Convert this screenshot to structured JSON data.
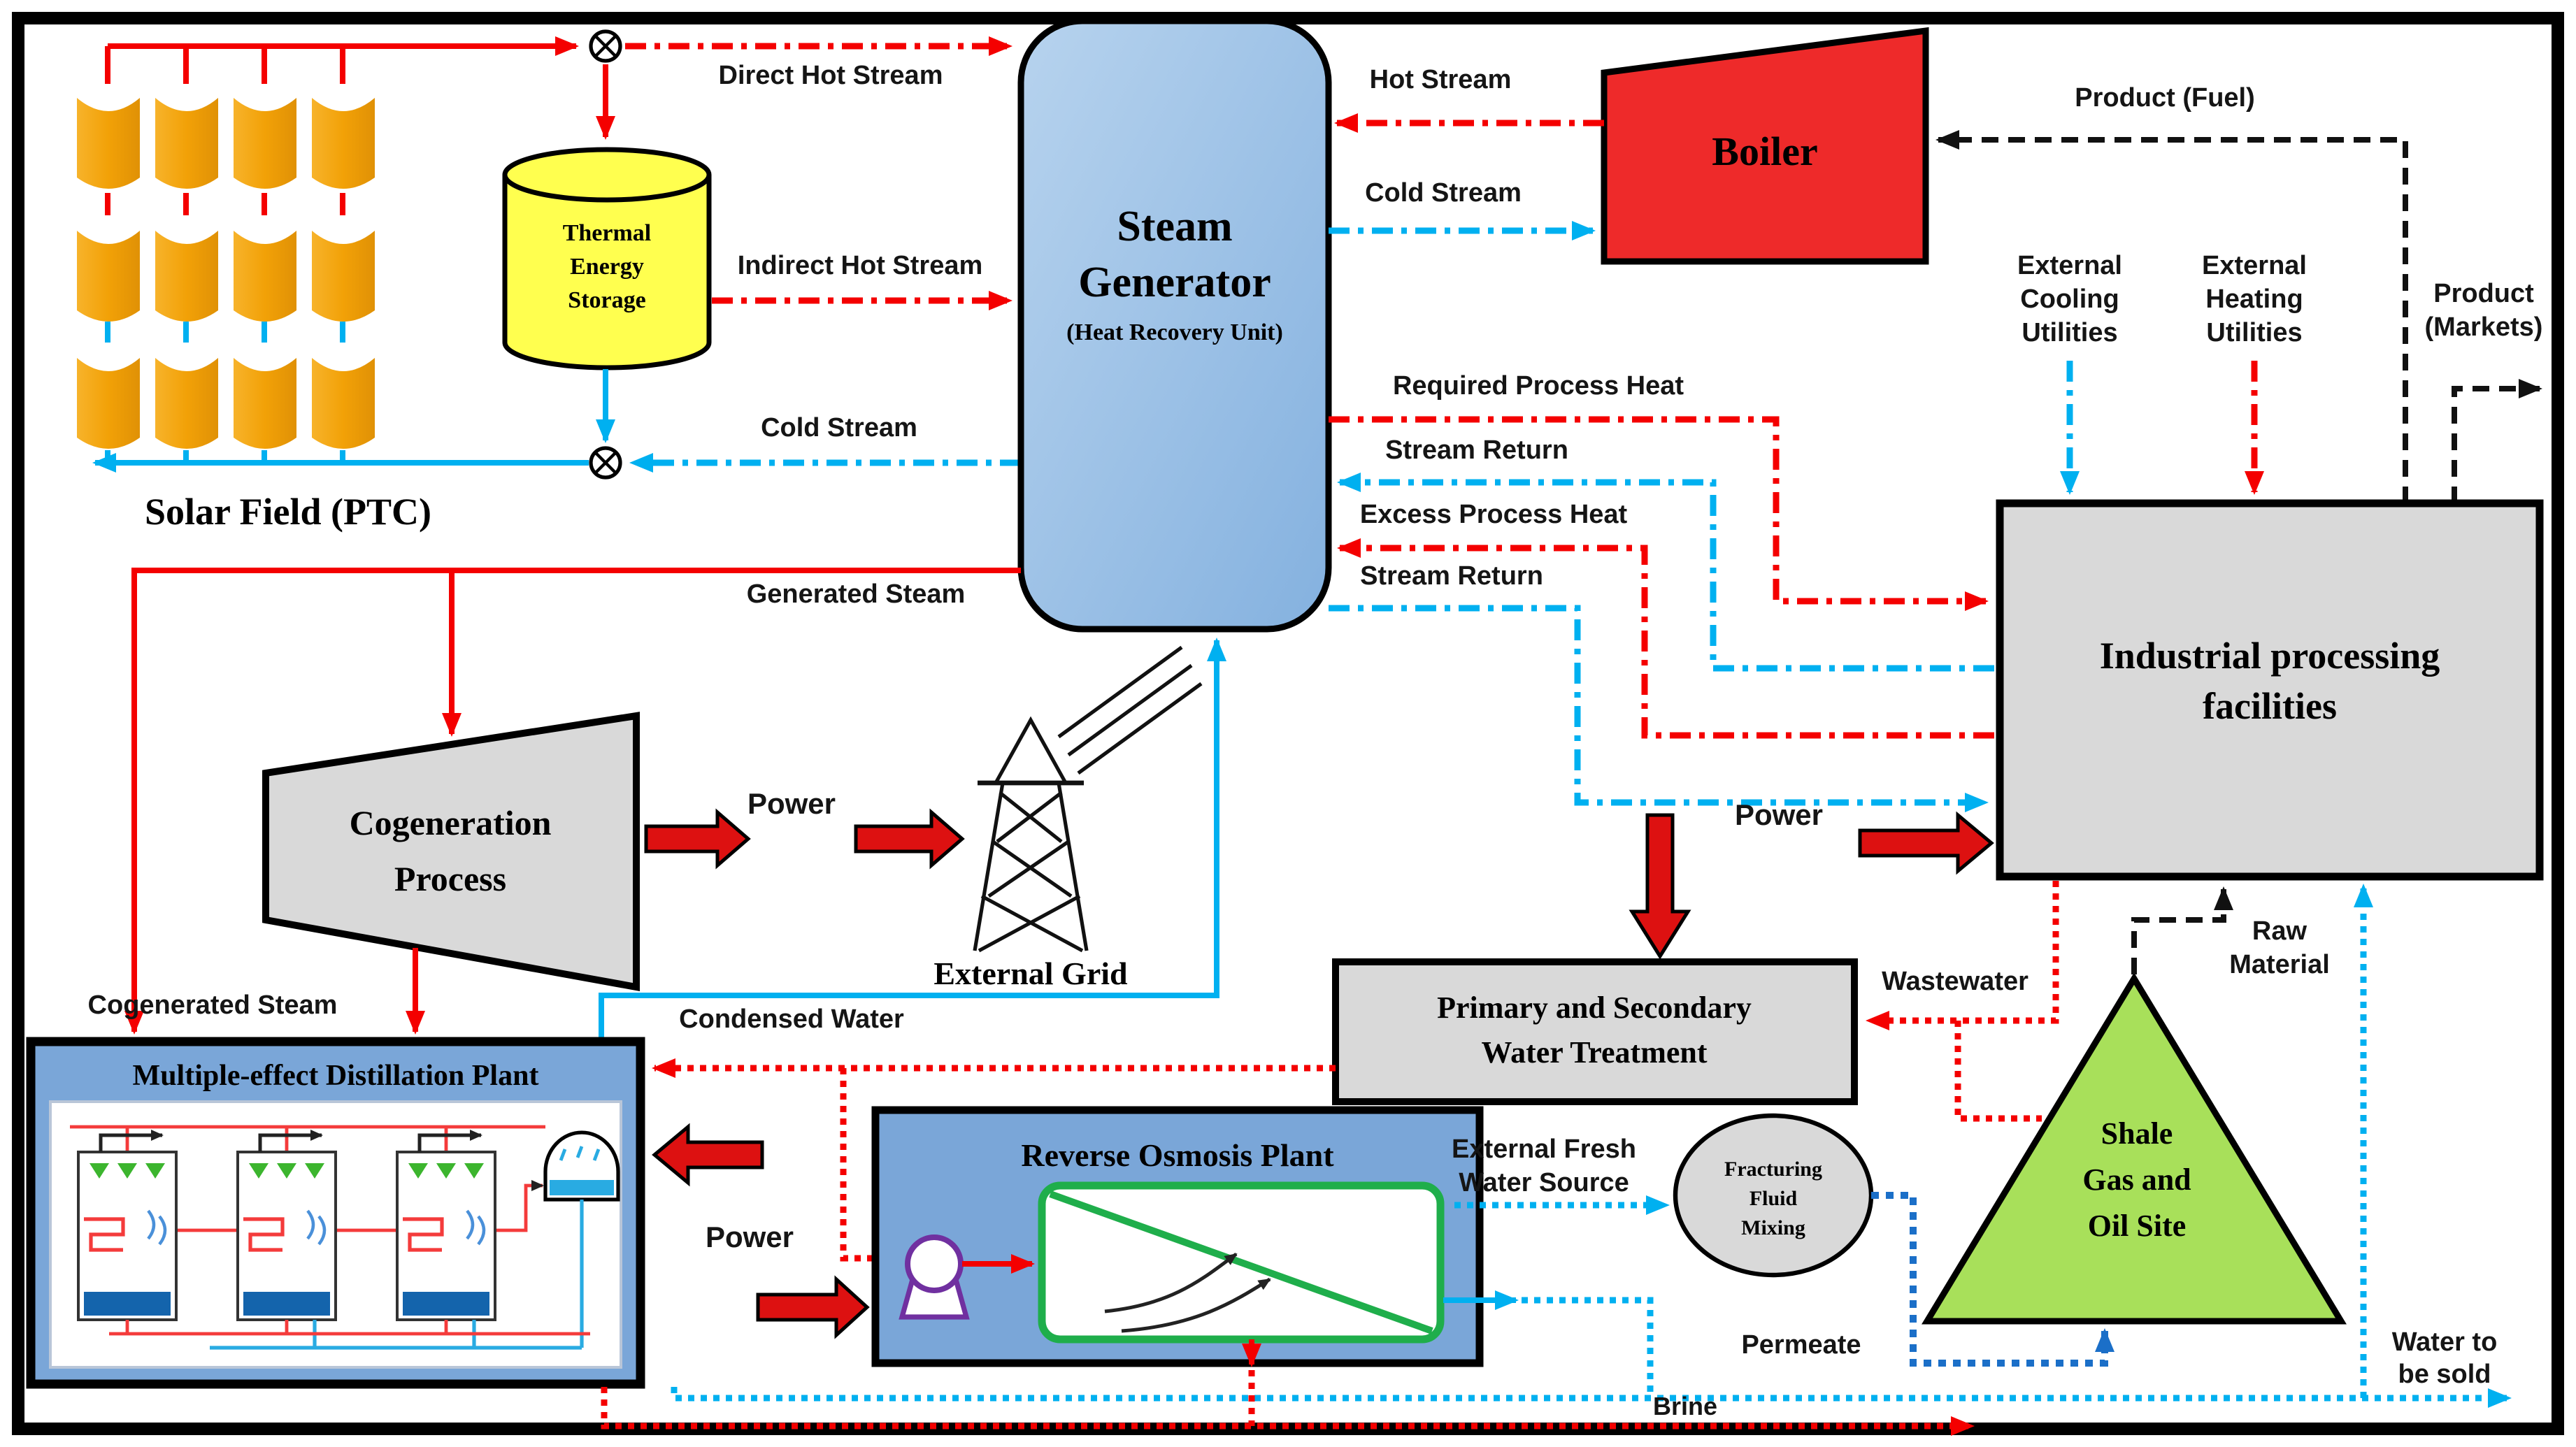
{
  "solar": {
    "label": "Solar Field (PTC)"
  },
  "tes": {
    "l1": "Thermal",
    "l2": "Energy",
    "l3": "Storage"
  },
  "sg": {
    "l1": "Steam",
    "l2": "Generator",
    "l3": "(Heat Recovery Unit)"
  },
  "boiler": {
    "label": "Boiler"
  },
  "industrial": {
    "l1": "Industrial processing",
    "l2": "facilities"
  },
  "cogen": {
    "l1": "Cogeneration",
    "l2": "Process"
  },
  "grid": {
    "label": "External Grid"
  },
  "wt": {
    "l1": "Primary and Secondary",
    "l2": "Water Treatment"
  },
  "med": {
    "label": "Multiple-effect Distillation Plant"
  },
  "ro": {
    "label": "Reverse Osmosis Plant"
  },
  "frac": {
    "l1": "Fracturing",
    "l2": "Fluid",
    "l3": "Mixing"
  },
  "shale": {
    "l1": "Shale",
    "l2": "Gas and",
    "l3": "Oil Site"
  },
  "labels": {
    "direct_hot": "Direct Hot Stream",
    "indirect_hot": "Indirect Hot Stream",
    "cold_left": "Cold Stream",
    "hot": "Hot Stream",
    "cold_right": "Cold Stream",
    "required": "Required Process Heat",
    "return1": "Stream Return",
    "excess": "Excess Process Heat",
    "return2": "Stream Return",
    "generated": "Generated  Steam",
    "cogenerated": "Cogenerated Steam",
    "condensed": "Condensed Water",
    "fuel": "Product (Fuel)",
    "markets1": "Product",
    "markets2": "(Markets)",
    "cool1": "External",
    "cool2": "Cooling",
    "cool3": "Utilities",
    "heat1": "External",
    "heat2": "Heating",
    "heat3": "Utilities",
    "power_grid": "Power",
    "power_ind": "Power",
    "power_desal": "Power",
    "wastewater": "Wastewater",
    "raw1": "Raw",
    "raw2": "Material",
    "fresh1": "External Fresh",
    "fresh2": "Water Source",
    "permeate": "Permeate",
    "brine": "Brine",
    "sold1": "Water to",
    "sold2": "be sold"
  },
  "colors": {
    "hot_stream": "#F40000",
    "cold_stream": "#00B0F0",
    "fracturing_fluid": "#1B6FC8",
    "product_line": "#111111",
    "steam_generator_fill": "#9DC3E6",
    "plant_box_blue": "#7AA6D8",
    "box_gray": "#D9D9D9",
    "boiler_red": "#EE2A2A",
    "shale_green": "#A8E05A",
    "tes_yellow": "#FFFF4F",
    "pump_purple": "#7030A0",
    "membrane_green": "#1FAE4B",
    "trough_orange": "#F2A30A"
  }
}
